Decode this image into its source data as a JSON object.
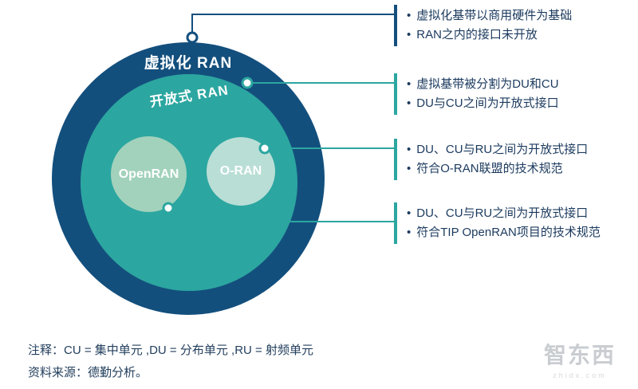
{
  "colors": {
    "navy": "#134f7d",
    "teal": "#2ca6a0",
    "inner_left_fill": "#a2d2bc",
    "inner_right_fill": "#b9ded6",
    "annotation_text": "#1b3a5e",
    "watermark_gray": "#c9cdd1"
  },
  "diagram": {
    "outer_label": "虚拟化  RAN",
    "middle_label": "开放式  RAN",
    "inner_left_label": "OpenRAN",
    "inner_right_label": "O-RAN"
  },
  "annotations": [
    {
      "accent": "#134f7d",
      "bullets": [
        "虚拟化基带以商用硬件为基础",
        "RAN之内的接口未开放"
      ]
    },
    {
      "accent": "#2ca6a0",
      "bullets": [
        "虚拟基带被分割为DU和CU",
        "DU与CU之间为开放式接口"
      ]
    },
    {
      "accent": "#2ca6a0",
      "bullets": [
        "DU、CU与RU之间为开放式接口",
        "符合O-RAN联盟的技术规范"
      ]
    },
    {
      "accent": "#2ca6a0",
      "bullets": [
        "DU、CU与RU之间为开放式接口",
        "符合TIP OpenRAN项目的技术规范"
      ]
    }
  ],
  "footer": {
    "note": "注释：CU = 集中单元 ,DU = 分布单元 ,RU = 射频单元",
    "source": "资料来源：德勤分析。"
  },
  "watermark": {
    "text": "智东西",
    "subtext": "zhidx.com"
  }
}
